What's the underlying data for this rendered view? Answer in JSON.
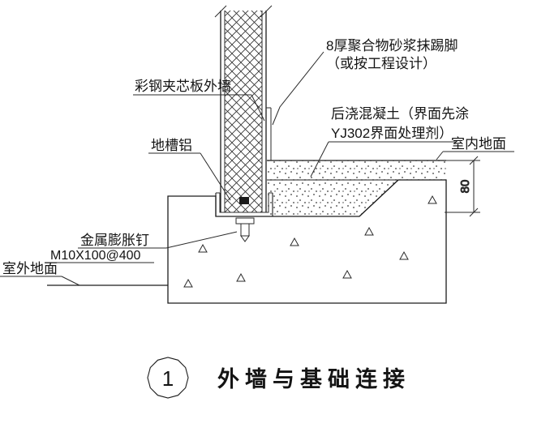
{
  "drawing": {
    "annotations": {
      "skirting": {
        "line1": "8厚聚合物砂浆抹踢脚",
        "line2": "（或按工程设计）"
      },
      "wall_panel": "彩钢夹芯板外墙",
      "post_cast_concrete": {
        "line1": "后浇混凝土（界面先涂",
        "line2": "YJ302界面处理剂）"
      },
      "indoor_floor": "室内地面",
      "floor_channel": "地槽铝",
      "expansion_anchor": {
        "line1": "金属膨胀钉",
        "line2": "M10X100@400"
      },
      "outdoor_floor": "室外地面"
    },
    "dimensions": {
      "skirt_height": "80"
    },
    "title_block": {
      "detail_number": "1",
      "detail_title": "外墙与基础连接"
    },
    "colors": {
      "line": "#1c1c1c",
      "background": "#ffffff"
    }
  }
}
